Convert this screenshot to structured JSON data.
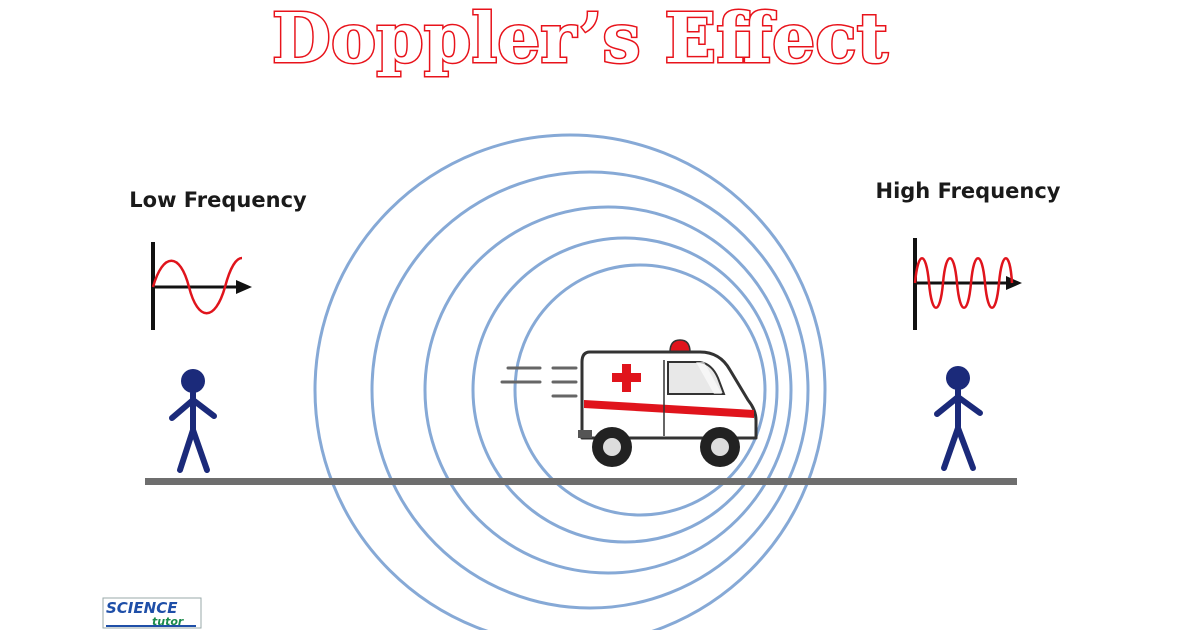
{
  "title": "Doppler’s Effect",
  "left_label": "Low Frequency",
  "right_label": "High Frequency",
  "logo": {
    "line1": "SCIENCE",
    "line2": "tutor"
  },
  "colors": {
    "title_red": "#e8131b",
    "wave_red": "#e0141c",
    "wavefront_blue": "#86a9d6",
    "person_navy": "#1b2a7a",
    "ground_gray": "#6e6e6e",
    "logo_blue": "#1f4fa8",
    "logo_green": "#1a8a4a"
  },
  "icons": {
    "left_wave": "sine-wave-icon",
    "right_wave": "sine-wave-icon",
    "observer": "stick-figure-icon",
    "vehicle": "ambulance-icon"
  }
}
